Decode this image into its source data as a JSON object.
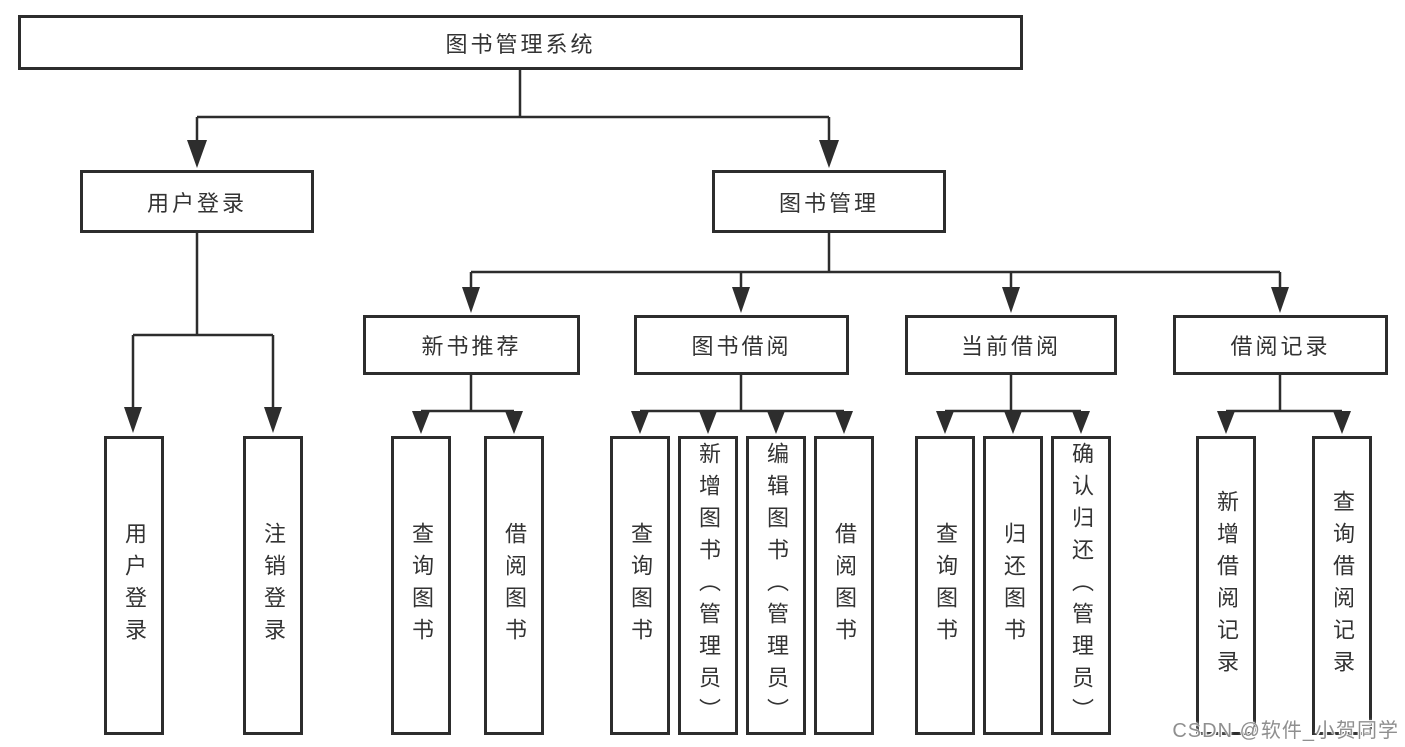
{
  "diagram": {
    "root": {
      "label": "图书管理系统"
    },
    "level1": [
      {
        "label": "用户登录"
      },
      {
        "label": "图书管理"
      }
    ],
    "level2": [
      {
        "label": "新书推荐"
      },
      {
        "label": "图书借阅"
      },
      {
        "label": "当前借阅"
      },
      {
        "label": "借阅记录"
      }
    ],
    "leaves": [
      {
        "label": "用户登录",
        "parent": "用户登录"
      },
      {
        "label": "注销登录",
        "parent": "用户登录"
      },
      {
        "label": "查询图书",
        "parent": "新书推荐"
      },
      {
        "label": "借阅图书",
        "parent": "新书推荐"
      },
      {
        "label": "查询图书",
        "parent": "图书借阅"
      },
      {
        "label": "新增图书（管理员）",
        "parent": "图书借阅"
      },
      {
        "label": "编辑图书（管理员）",
        "parent": "图书借阅"
      },
      {
        "label": "借阅图书",
        "parent": "图书借阅"
      },
      {
        "label": "查询图书",
        "parent": "当前借阅"
      },
      {
        "label": "归还图书",
        "parent": "当前借阅"
      },
      {
        "label": "确认归还（管理员）",
        "parent": "当前借阅"
      },
      {
        "label": "新增借阅记录",
        "parent": "借阅记录"
      },
      {
        "label": "查询借阅记录",
        "parent": "借阅记录"
      }
    ]
  },
  "watermark": {
    "text": "CSDN @软件_小贺同学"
  },
  "colors": {
    "line": "#2d2d2d",
    "box_border": "#2d2d2d",
    "text": "#333333",
    "watermark_text": "#8f8f8f",
    "background": "#ffffff"
  }
}
